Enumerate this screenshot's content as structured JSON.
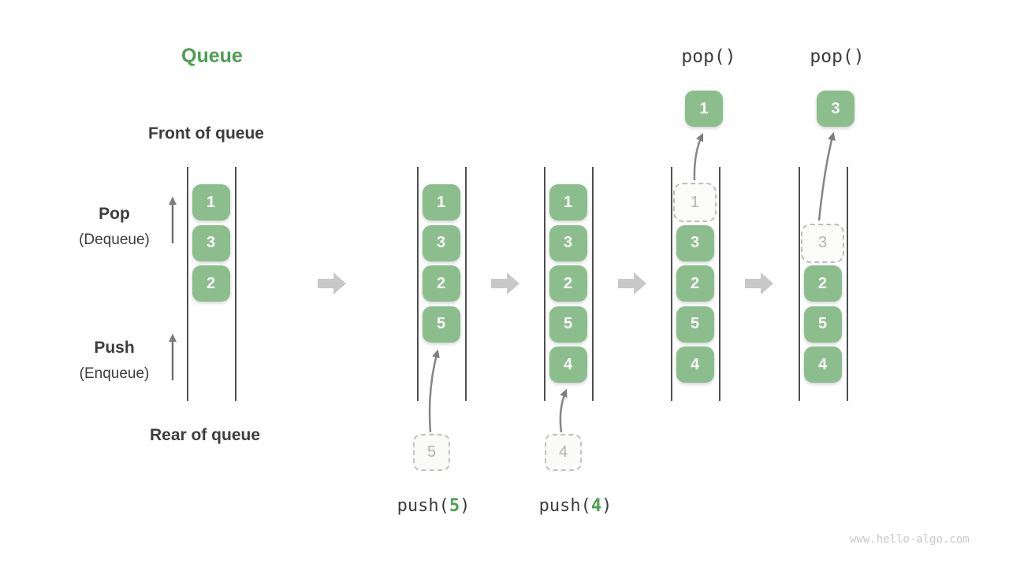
{
  "title": "Queue",
  "watermark": "www.hello-algo.com",
  "labels": {
    "front_of_queue": "Front of queue",
    "rear_of_queue": "Rear of queue",
    "pop": "Pop",
    "pop_alias": "(Dequeue)",
    "push": "Push",
    "push_alias": "(Enqueue)"
  },
  "colors": {
    "title_green": "#4d9e51",
    "cell_green": "#8bbe8c",
    "cell_text": "#fafafa",
    "dark_text": "#3d3d3d",
    "ghost_border": "#bdbdbd",
    "ghost_text": "#b3b3b3",
    "rail": "#4f4f4f",
    "transition_arrow": "#c8c8c8",
    "flow_arrow": "#7d7d7d"
  },
  "queue_states": [
    {
      "cells": [
        {
          "value": "1",
          "row": 0,
          "popped": false
        },
        {
          "value": "3",
          "row": 1,
          "popped": false
        },
        {
          "value": "2",
          "row": 2,
          "popped": false
        }
      ]
    },
    {
      "cells": [
        {
          "value": "1",
          "row": 0,
          "popped": false
        },
        {
          "value": "3",
          "row": 1,
          "popped": false
        },
        {
          "value": "2",
          "row": 2,
          "popped": false
        },
        {
          "value": "5",
          "row": 3,
          "popped": false
        }
      ],
      "push_op": {
        "function": "push(",
        "argument": "5",
        "close": ")",
        "incoming_value": "5"
      }
    },
    {
      "cells": [
        {
          "value": "1",
          "row": 0,
          "popped": false
        },
        {
          "value": "3",
          "row": 1,
          "popped": false
        },
        {
          "value": "2",
          "row": 2,
          "popped": false
        },
        {
          "value": "5",
          "row": 3,
          "popped": false
        },
        {
          "value": "4",
          "row": 4,
          "popped": false
        }
      ],
      "push_op": {
        "function": "push(",
        "argument": "4",
        "close": ")",
        "incoming_value": "4"
      }
    },
    {
      "cells": [
        {
          "value": "1",
          "row": 0,
          "popped": true
        },
        {
          "value": "3",
          "row": 1,
          "popped": false
        },
        {
          "value": "2",
          "row": 2,
          "popped": false
        },
        {
          "value": "5",
          "row": 3,
          "popped": false
        },
        {
          "value": "4",
          "row": 4,
          "popped": false
        }
      ],
      "pop_op": {
        "label": "pop()",
        "popped_value": "1"
      }
    },
    {
      "cells": [
        {
          "value": "3",
          "row": 1,
          "popped": true
        },
        {
          "value": "2",
          "row": 2,
          "popped": false
        },
        {
          "value": "5",
          "row": 3,
          "popped": false
        },
        {
          "value": "4",
          "row": 4,
          "popped": false
        }
      ],
      "pop_op": {
        "label": "pop()",
        "popped_value": "3"
      }
    }
  ]
}
